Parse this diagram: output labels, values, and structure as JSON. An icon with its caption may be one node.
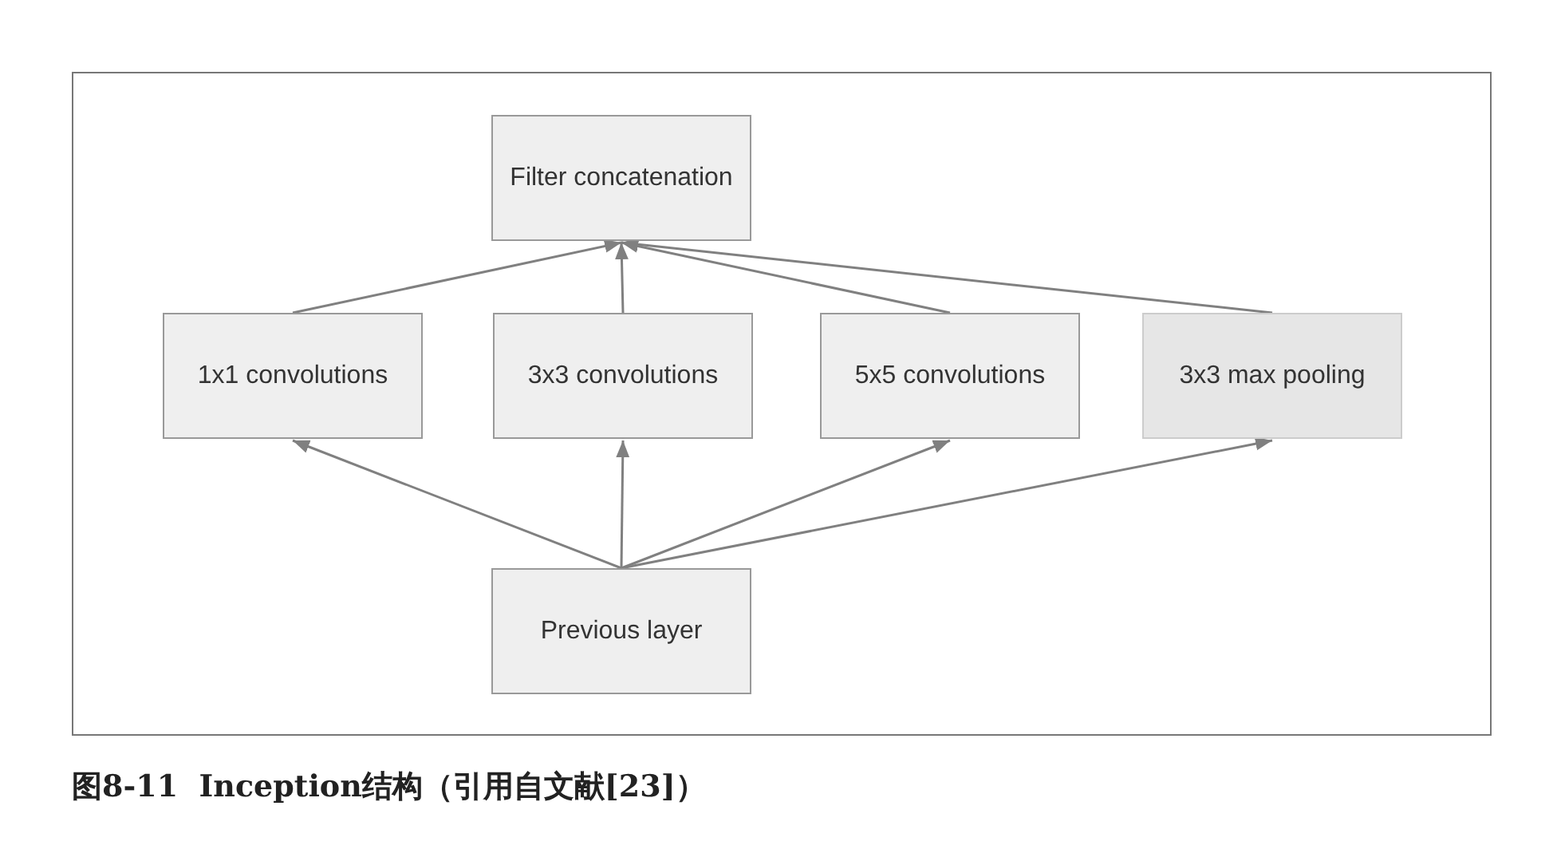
{
  "diagram": {
    "caption": "图8-11  Inception结构（引用自文献[23]）",
    "nodes": [
      {
        "text": [
          "Filter concatenation"
        ]
      },
      {
        "text": [
          "1x1 convolutions"
        ]
      },
      {
        "text": [
          "3x3 convolutions"
        ]
      },
      {
        "text": [
          "5x5 convolutions"
        ]
      },
      {
        "text": [
          "3x3 max pooling"
        ]
      },
      {
        "text": [
          "Previous layer"
        ]
      }
    ],
    "edges": [
      {
        "from": 1,
        "to": 0,
        "arrow": "to"
      },
      {
        "from": 2,
        "to": 0,
        "arrow": "to"
      },
      {
        "from": 3,
        "to": 0,
        "arrow": "to"
      },
      {
        "from": 4,
        "to": 0,
        "arrow": "to"
      },
      {
        "from": 5,
        "to": 1,
        "arrow": "to"
      },
      {
        "from": 5,
        "to": 2,
        "arrow": "to"
      },
      {
        "from": 5,
        "to": 3,
        "arrow": "to"
      },
      {
        "from": 5,
        "to": 4,
        "arrow": "to"
      }
    ]
  }
}
